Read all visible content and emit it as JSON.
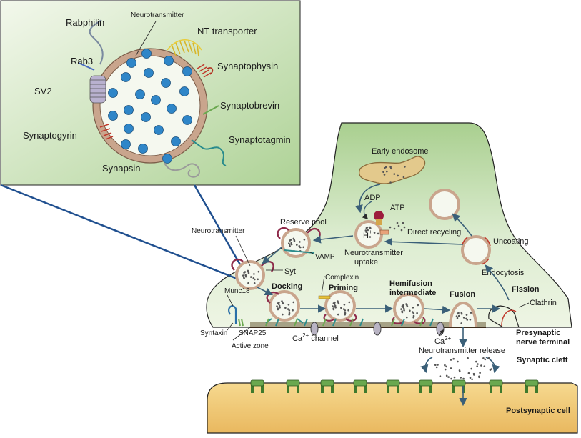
{
  "inset": {
    "labels": {
      "neurotransmitter": "Neurotransmitter",
      "rabphilin": "Rabphilin",
      "nt_transporter": "NT transporter",
      "rab3": "Rab3",
      "synaptophysin": "Synaptophysin",
      "sv2": "SV2",
      "synaptobrevin": "Synaptobrevin",
      "synaptogyrin": "Synaptogyrin",
      "synaptotagmin": "Synaptotagmin",
      "synapsin": "Synapsin"
    }
  },
  "terminal": {
    "labels": {
      "early_endosome": "Early endosome",
      "adp": "ADP",
      "atp": "ATP",
      "h": "H",
      "h_sup": "+",
      "reserve_pool": "Reserve pool",
      "neurotransmitter": "Neurotransmitter",
      "direct_recycling": "Direct recycling",
      "vamp": "VAMP",
      "nt_uptake_1": "Neurotransmitter",
      "nt_uptake_2": "uptake",
      "uncoating": "Uncoating",
      "syt": "Syt",
      "complexin": "Complexin",
      "endocytosis": "Endocytosis",
      "munc18": "Munc18",
      "docking": "Docking",
      "priming": "Priming",
      "hemifusion_1": "Hemifusion",
      "hemifusion_2": "intermediate",
      "fusion": "Fusion",
      "fission": "Fission",
      "clathrin": "Clathrin",
      "syntaxin": "Syntaxin",
      "snap25": "SNAP25",
      "ca_channel_pre": "Ca",
      "ca_channel_sup": "2+",
      "ca_channel_post": " channel",
      "ca_ion": "Ca",
      "ca_ion_sup": "2+",
      "active_zone": "Active zone",
      "presynaptic_1": "Presynaptic",
      "presynaptic_2": "nerve terminal",
      "nt_release": "Neurotransmitter release",
      "synaptic_cleft": "Synaptic cleft",
      "postsynaptic_cell": "Postsynaptic cell"
    }
  },
  "colors": {
    "cytoplasm_light": "#eef5e4",
    "cytoplasm_dark": "#a9cf8f",
    "vesicle_membrane": "#c9a58d",
    "nt_dot_blue": "#2f86c8",
    "postsynaptic": "#f2cf7e",
    "endosome": "#e3c98c",
    "connector_line": "#1f4f8f",
    "arrow": "#3a5f78",
    "protein_red": "#c0392b",
    "protein_teal": "#2a8c8c",
    "receptor_green": "#6aa84f"
  }
}
